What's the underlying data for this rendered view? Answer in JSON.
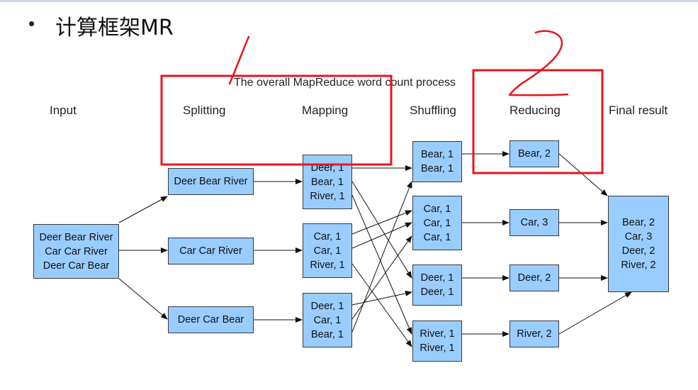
{
  "header": {
    "bullet": "•",
    "title": "计算框架MR"
  },
  "diagram": {
    "caption": "The overall MapReduce word count process",
    "stages": {
      "input": "Input",
      "splitting": "Splitting",
      "mapping": "Mapping",
      "shuffling": "Shuffling",
      "reducing": "Reducing",
      "final": "Final result"
    },
    "input_box": [
      "Deer Bear River",
      "Car Car River",
      "Deer Car Bear"
    ],
    "splits": [
      "Deer Bear River",
      "Car Car River",
      "Deer Car Bear"
    ],
    "maps": [
      [
        "Deer, 1",
        "Bear, 1",
        "River, 1"
      ],
      [
        "Car, 1",
        "Car, 1",
        "River, 1"
      ],
      [
        "Deer, 1",
        "Car, 1",
        "Bear, 1"
      ]
    ],
    "shuffles": [
      [
        "Bear, 1",
        "Bear, 1"
      ],
      [
        "Car, 1",
        "Car, 1",
        "Car, 1"
      ],
      [
        "Deer, 1",
        "Deer, 1"
      ],
      [
        "River, 1",
        "River, 1"
      ]
    ],
    "reduces": [
      "Bear, 2",
      "Car, 3",
      "Deer, 2",
      "River, 2"
    ],
    "final_box": [
      "Bear, 2",
      "Car, 3",
      "Deer, 2",
      "River, 2"
    ]
  },
  "colors": {
    "box_fill": "#99ccff",
    "highlight_red": "#e8141c",
    "arrow": "#111111"
  }
}
